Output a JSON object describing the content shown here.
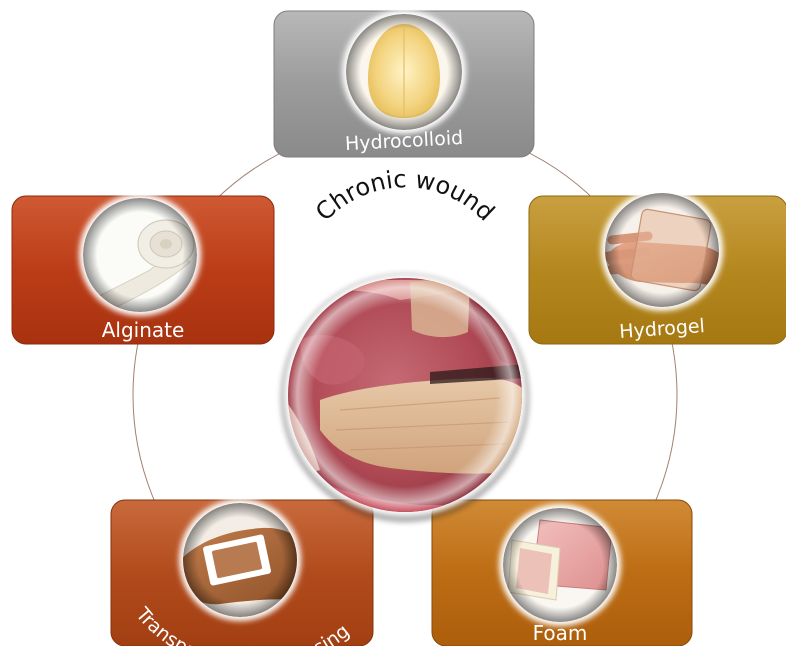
{
  "diagram": {
    "center": {
      "title": "Chronic wound",
      "image": "chronic-wound-photo"
    },
    "items": [
      {
        "label": "Hydrocolloid",
        "image": "hydrocolloid-pad",
        "color": "#9a9a9a"
      },
      {
        "label": "Hydrogel",
        "image": "hydrogel-sheet-on-hand",
        "color": "#b58a22"
      },
      {
        "label": "Foam",
        "image": "foam-dressing-pads",
        "color": "#bd6e14"
      },
      {
        "label": "Transparent film dressing",
        "image": "film-dressing-on-hand",
        "color": "#b24b1c"
      },
      {
        "label": "Alginate",
        "image": "alginate-roll",
        "color": "#bb3d17"
      }
    ],
    "ring_color": "#a08070"
  }
}
